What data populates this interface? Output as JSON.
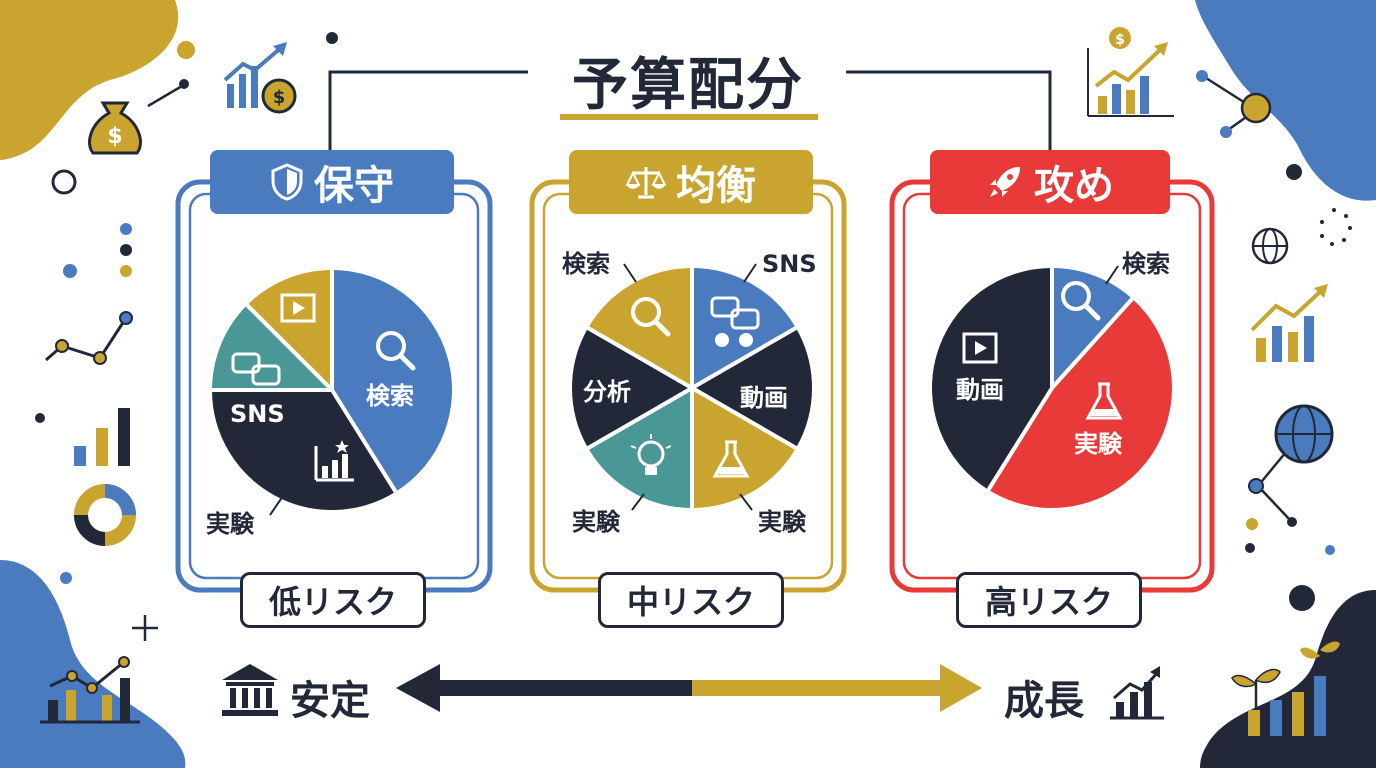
{
  "title": "予算配分",
  "colors": {
    "blue": "#4A7BBE",
    "gold": "#C9A530",
    "red": "#E93A3A",
    "dark": "#232838",
    "teal": "#4A9896"
  },
  "panels": [
    {
      "name": "保守",
      "risk": "低リスク",
      "icon": "shield-icon",
      "slices": [
        {
          "label": "検索",
          "color": "#4A7BBE",
          "icon": "search-icon"
        },
        {
          "label": "実験",
          "color": "#232838",
          "icon": "chart-star-icon"
        },
        {
          "label": "SNS",
          "color": "#4A9896",
          "icon": "chat-bubbles-icon"
        },
        {
          "label": "",
          "color": "#C9A530",
          "icon": "video-icon"
        }
      ]
    },
    {
      "name": "均衡",
      "risk": "中リスク",
      "icon": "scale-icon",
      "slices": [
        {
          "label": "SNS",
          "color": "#4A7BBE",
          "icon": "chat-bubbles-icon"
        },
        {
          "label": "動画",
          "color": "#232838",
          "icon": ""
        },
        {
          "label": "実験",
          "color": "#C9A530",
          "icon": "flask-icon"
        },
        {
          "label": "実験",
          "color": "#4A9896",
          "icon": "lightbulb-icon"
        },
        {
          "label": "分析",
          "color": "#232838",
          "icon": ""
        },
        {
          "label": "検索",
          "color": "#C9A530",
          "icon": "search-icon"
        }
      ]
    },
    {
      "name": "攻め",
      "risk": "高リスク",
      "icon": "rocket-icon",
      "slices": [
        {
          "label": "検索",
          "color": "#4A7BBE",
          "icon": "search-icon"
        },
        {
          "label": "実験",
          "color": "#E93A3A",
          "icon": "flask-icon"
        },
        {
          "label": "動画",
          "color": "#232838",
          "icon": "video-icon"
        }
      ]
    }
  ],
  "axis": {
    "left": "安定",
    "right": "成長",
    "left_icon": "bank-icon",
    "right_icon": "bar-chart-icon"
  }
}
